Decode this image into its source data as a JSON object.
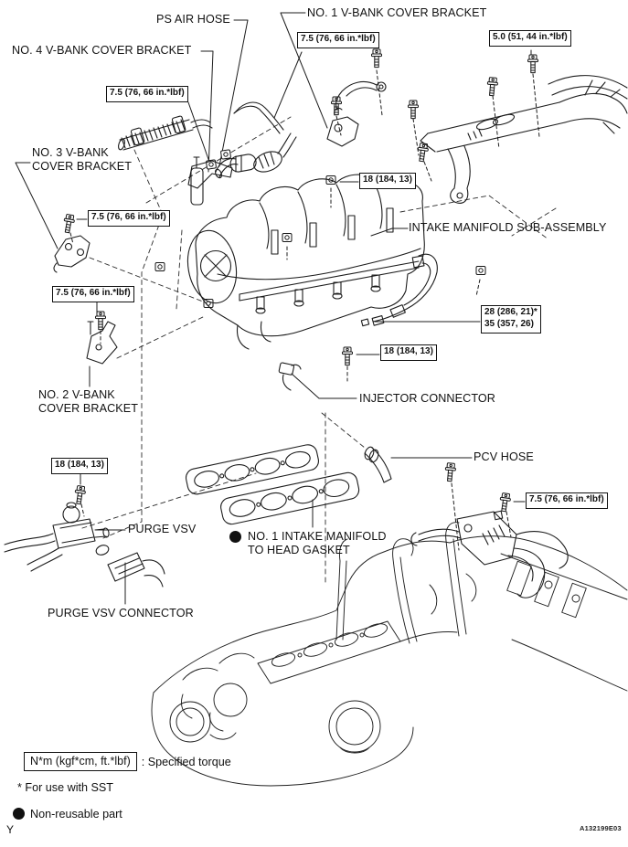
{
  "page": {
    "figure_code": "A132199E03",
    "page_marker": "Y"
  },
  "labels": {
    "ps_air_hose": "PS AIR HOSE",
    "no1_v_bank_cover_bracket": "NO. 1 V-BANK COVER BRACKET",
    "no4_v_bank_cover_bracket": "NO. 4 V-BANK COVER BRACKET",
    "no3_v_bank_cover_bracket": "NO. 3 V-BANK\nCOVER BRACKET",
    "no2_v_bank_cover_bracket": "NO. 2 V-BANK\nCOVER BRACKET",
    "intake_manifold_sub_assembly": "INTAKE MANIFOLD SUB-ASSEMBLY",
    "injector_connector": "INJECTOR CONNECTOR",
    "pcv_hose": "PCV HOSE",
    "purge_vsv": "PURGE VSV",
    "purge_vsv_connector": "PURGE VSV CONNECTOR",
    "no1_intake_manifold_to_head_gasket": "NO. 1 INTAKE MANIFOLD\nTO HEAD GASKET"
  },
  "torque_specs": {
    "bolt_7_5": "7.5 (76, 66 in.*lbf)",
    "bolt_5_0": "5.0 (51, 44 in.*lbf)",
    "nut_18": "18 (184, 13)",
    "union_28_sst": "28 (286, 21)*",
    "union_35": "35 (357, 26)"
  },
  "legend": {
    "torque_unit_box": "N*m (kgf*cm, ft.*lbf)",
    "torque_unit_desc": ": Specified torque",
    "sst_note": "* For use with SST",
    "non_reusable_note": "Non-reusable part"
  }
}
